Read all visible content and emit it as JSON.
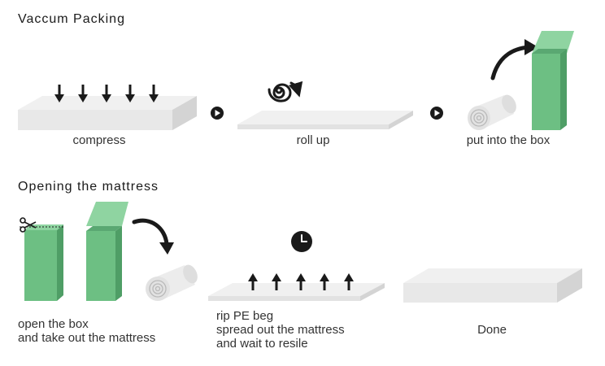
{
  "sections": [
    {
      "title": "Vaccum Packing",
      "steps": [
        {
          "caption": [
            "compress"
          ]
        },
        {
          "caption": [
            "roll up"
          ]
        },
        {
          "caption": [
            "put into the box"
          ]
        }
      ]
    },
    {
      "title": "Opening the mattress",
      "steps": [
        {
          "caption": [
            "open the box",
            "and take out the mattress"
          ]
        },
        {
          "caption": [
            "rip PE beg",
            "spread out the mattress",
            "and wait to resile"
          ]
        },
        {
          "caption": [
            "Done"
          ]
        }
      ]
    }
  ],
  "colors": {
    "box_front": "#6dbf83",
    "box_side": "#4f9e66",
    "box_flap": "#8fd4a1",
    "mattress_top": "#f0f0f0",
    "mattress_side": "#dcdcdc",
    "arrow": "#1a1a1a"
  },
  "icons": [
    "down-arrow-icon",
    "spiral-roll-icon",
    "play-circle-icon",
    "curved-arrow-icon",
    "scissors-icon",
    "clock-icon",
    "up-arrow-icon"
  ]
}
